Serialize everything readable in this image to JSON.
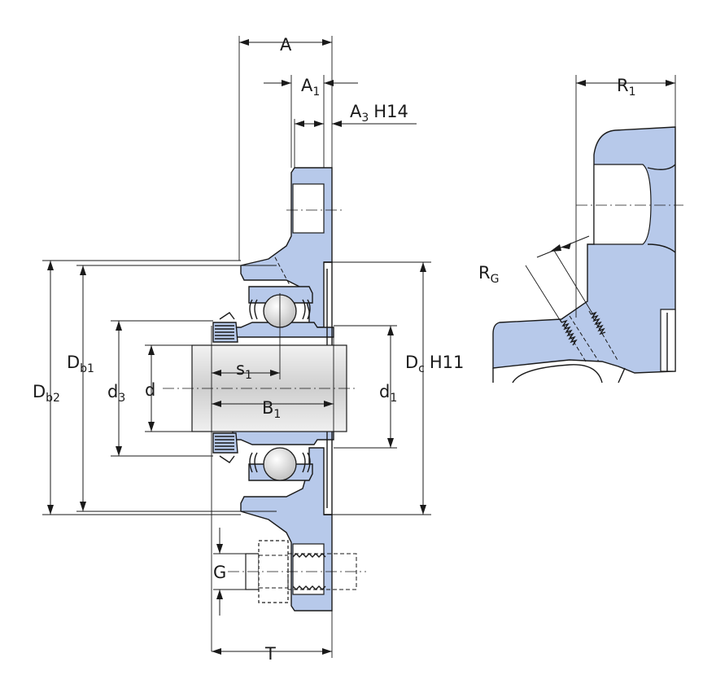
{
  "labels": {
    "A": "A",
    "A1_main": "A",
    "A1_sub": "1",
    "A3_main": "A",
    "A3_sub": "3",
    "A3_tol": "H14",
    "R1_main": "R",
    "R1_sub": "1",
    "RG_main": "R",
    "RG_sub": "G",
    "Db1_main": "D",
    "Db1_sub": "b1",
    "Db2_main": "D",
    "Db2_sub": "b2",
    "d3_main": "d",
    "d3_sub": "3",
    "d": "d",
    "s1_main": "s",
    "s1_sub": "1",
    "B1_main": "B",
    "B1_sub": "1",
    "d1_main": "d",
    "d1_sub": "1",
    "Dc_main": "D",
    "Dc_sub": "c",
    "Dc_tol": "H11",
    "G": "G",
    "T": "T"
  },
  "colors": {
    "part_fill": "#b7c9ea",
    "shaft_fill": "#dcdcdc",
    "line": "#1a1a1a"
  }
}
